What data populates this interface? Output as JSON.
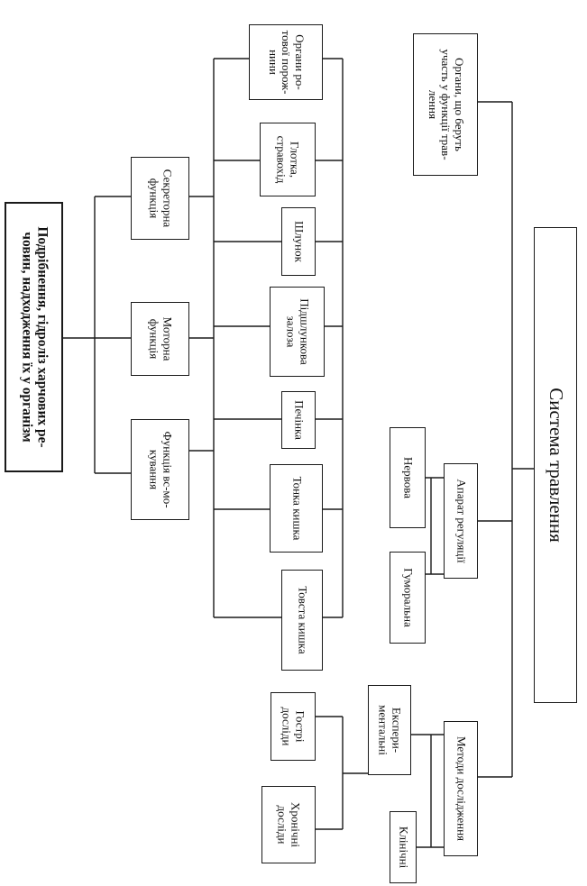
{
  "diagram": {
    "title": "Система травлення",
    "participating_organs": "Органи, що беруть\nучасть у функції трав-\nлення",
    "regulation": "Апарат регуляції",
    "nervous": "Нервова",
    "humoral": "Гуморальна",
    "research_methods": "Методи дослідження",
    "experimental": "Експери-\nментальні",
    "clinical": "Клінічні",
    "acute": "Гострі\nдосліди",
    "chronic": "Хронічні\nдосліди",
    "oral_glands": "Органи ро-\nтової порож-\nнини",
    "pharynx": "Глотка,\nстравохід",
    "stomach": "Шлунок",
    "pancreas": "Підшлункова\nзалоза",
    "liver": "Печінка",
    "small_intestine": "Тонка кишка",
    "large_intestine": "Товста кишка",
    "secretory": "Секреторна\nфункція",
    "motor": "Моторна\nфункція",
    "absorption": "Функція вс-мо-\nкування",
    "digestion_result": "Подрібнення, гідроліз харчових ре-\nчовин, надходження їх у організм"
  }
}
